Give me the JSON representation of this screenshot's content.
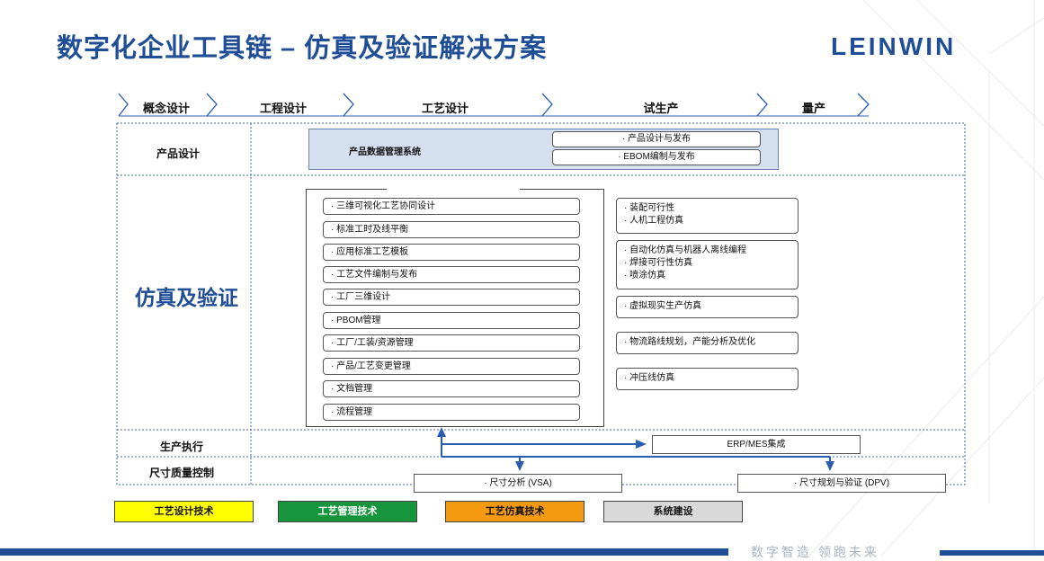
{
  "title": "数字化企业工具链 – 仿真及验证解决方案",
  "logo": "LEINWIN",
  "stages": [
    "概念设计",
    "工程设计",
    "工艺设计",
    "试生产",
    "量产"
  ],
  "rows": {
    "product_design": "产品设计",
    "simulation": "仿真及验证",
    "production": "生产执行",
    "quality": "尺寸质量控制"
  },
  "pdm": {
    "title": "产品数据管理系统",
    "items": [
      "· 产品设计与发布",
      "· EBOM编制与发布"
    ]
  },
  "process_list": [
    "· 三维可视化工艺协同设计",
    "· 标准工时及线平衡",
    "· 应用标准工艺模板",
    "· 工艺文件编制与发布",
    "· 工厂三维设计",
    "· PBOM管理",
    "· 工厂/工装/资源管理",
    "· 产品/工艺变更管理",
    "· 文档管理",
    "· 流程管理"
  ],
  "sim_boxes": [
    [
      "· 装配可行性",
      "· 人机工程仿真"
    ],
    [
      "· 自动化仿真与机器人离线编程",
      "· 焊接可行性仿真",
      "· 喷涂仿真"
    ],
    [
      "· 虚拟现实生产仿真"
    ],
    [
      "· 物流路线规划，产能分析及优化"
    ],
    [
      "· 冲压线仿真"
    ]
  ],
  "erp": "ERP/MES集成",
  "vsa": "· 尺寸分析 (VSA)",
  "dpv": "· 尺寸规划与验证 (DPV)",
  "legend": [
    {
      "label": "工艺设计技术",
      "color": "#ffff00",
      "text_color": "#111111"
    },
    {
      "label": "工艺管理技术",
      "color": "#17953d",
      "text_color": "#ffffff"
    },
    {
      "label": "工艺仿真技术",
      "color": "#f39a10",
      "text_color": "#111111"
    },
    {
      "label": "系统建设",
      "color": "#d9d9d9",
      "text_color": "#111111"
    }
  ],
  "slogan": "数字智造 领跑未来",
  "colors": {
    "brand": "#1f4e96",
    "pdm_fill": "#d4dff0",
    "dotted": "#3b64a8",
    "arrow": "#2a5db0"
  }
}
